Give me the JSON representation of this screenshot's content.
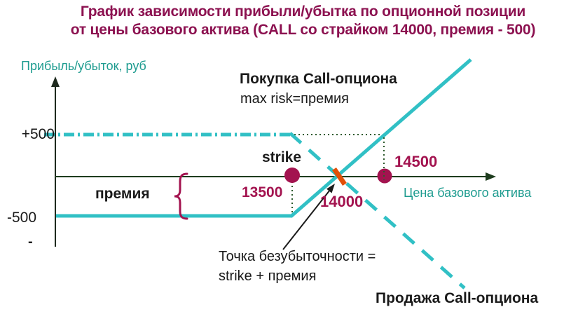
{
  "title": {
    "line1": "График зависимости прибыли/убытка по опционной позиции",
    "line2": "от цены базового актива (CALL со страйком 14000, премия - 500)"
  },
  "axes": {
    "y_label": "Прибыль/убыток, руб",
    "x_label": "Цена базового актива",
    "y_tick_plus": "+500",
    "y_tick_minus": "-500",
    "y_tick_small_dash": "-"
  },
  "annotations": {
    "buy_title": "Покупка Call-опциона",
    "buy_subtitle": "max risk=премия",
    "strike_label": "strike",
    "premium_label": "премия",
    "price_13500": "13500",
    "price_14000": "14000",
    "price_14500": "14500",
    "breakeven_line1": "Точка безубыточности =",
    "breakeven_line2": "strike + премия",
    "sell_title": "Продажа Call-опциона"
  },
  "colors": {
    "title_maroon": "#8c1150",
    "label_maroon": "#a3134f",
    "teal_line": "#31c0c5",
    "teal_text": "#1f9c90",
    "orange_marker": "#e25008",
    "axis_dark_green": "#1e3c1e",
    "guide_green": "#2d5a2d",
    "text_black": "#1a1a1a"
  },
  "chart_data": {
    "type": "line",
    "title": "График зависимости прибыли/убытка по опционной позиции от цены базового актива (CALL со страйком 14000, премия - 500)",
    "xlabel": "Цена базового актива",
    "ylabel": "Прибыль/убыток, руб",
    "x_ticks_labeled": [
      13500,
      14000,
      14500
    ],
    "y_ticks_labeled": [
      500,
      -500
    ],
    "strike_drawn": 13500,
    "premium": 500,
    "breakeven_drawn": 14000,
    "grid": false,
    "legend_position": "none",
    "series": [
      {
        "name": "Покупка Call-опциона",
        "note": "max risk=премия",
        "line_style": "solid",
        "color": "#31c0c5",
        "points": [
          [
            12700,
            -500
          ],
          [
            13500,
            -500
          ],
          [
            14000,
            0
          ],
          [
            14500,
            500
          ],
          [
            15550,
            1550
          ]
        ]
      },
      {
        "name": "Продажа Call-опциона",
        "line_style": "dash-dot flat, dashed falling",
        "color": "#31c0c5",
        "points": [
          [
            12650,
            500
          ],
          [
            13500,
            500
          ],
          [
            14000,
            0
          ],
          [
            14500,
            -500
          ],
          [
            15450,
            -1450
          ]
        ]
      }
    ],
    "point_markers": [
      {
        "x": 13500,
        "y": 0,
        "label_above": "strike",
        "label_below": "13500"
      },
      {
        "x": 14500,
        "y": 0,
        "label": "14500"
      }
    ],
    "breakeven_marker": {
      "x": 14000,
      "y": 0,
      "label": "14000",
      "note": "Точка безубыточности = strike + премия"
    }
  }
}
